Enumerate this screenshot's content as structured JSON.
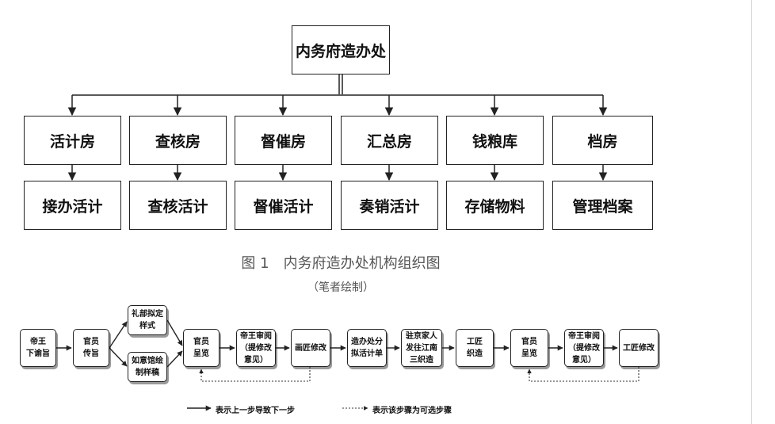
{
  "org_chart": {
    "root": "内务府造办处",
    "departments": [
      {
        "name": "活计房",
        "duty": "接办活计"
      },
      {
        "name": "查核房",
        "duty": "查核活计"
      },
      {
        "name": "督催房",
        "duty": "督催活计"
      },
      {
        "name": "汇总房",
        "duty": "奏销活计"
      },
      {
        "name": "钱粮库",
        "duty": "存储物料"
      },
      {
        "name": "档房",
        "duty": "管理档案"
      }
    ]
  },
  "caption": {
    "figure": "图 1　内务府造办处机构组织图",
    "note": "（笔者绘制）"
  },
  "flowchart": {
    "steps": {
      "s1": "帝王\n下谕旨",
      "s2": "官员\n传旨",
      "s3": "礼部拟定\n样式",
      "s4": "如意馆绘\n制样稿",
      "s5": "官员\n呈览",
      "s6": "帝王审阅\n（提修改\n意见）",
      "s7": "画匠修改",
      "s8": "造办处分\n拟活计单",
      "s9": "驻京家人\n发往江南\n三织造",
      "s10": "工匠\n织造",
      "s11": "官员\n呈览",
      "s12": "帝王审阅\n（提修改\n意见）",
      "s13": "工匠修改"
    },
    "legend": {
      "solid": "表示上一步导致下一步",
      "dotted": "表示该步骤为可选步骤"
    }
  }
}
